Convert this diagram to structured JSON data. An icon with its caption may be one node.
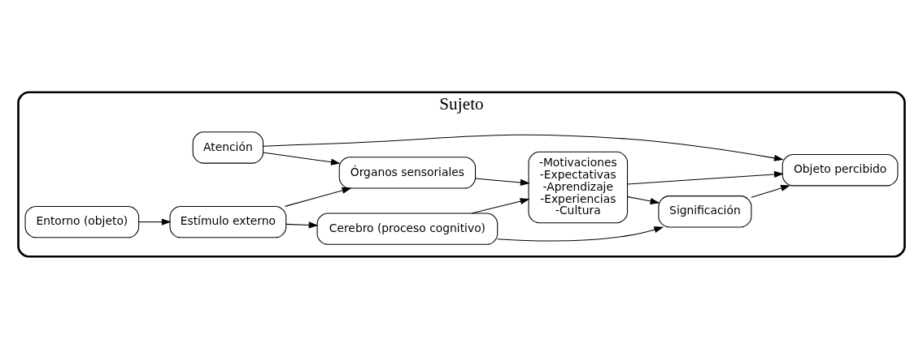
{
  "diagram": {
    "nodes": [
      {
        "text": [
          "Sujeto"
        ]
      },
      {
        "text": [
          "Atención"
        ],
        "in": 0
      },
      {
        "text": [
          "Entorno (objeto)"
        ],
        "in": 0
      },
      {
        "text": [
          "Estímulo externo"
        ],
        "in": 0
      },
      {
        "text": [
          "Órganos sensoriales"
        ],
        "in": 0
      },
      {
        "text": [
          "Cerebro (proceso cognitivo)"
        ],
        "in": 0
      },
      {
        "text": [
          "-Motivaciones",
          "-Expectativas",
          "-Aprendizaje",
          "-Experiencias",
          "-Cultura"
        ],
        "in": 0
      },
      {
        "text": [
          "Significación"
        ],
        "in": 0
      },
      {
        "text": [
          "Objeto percibido"
        ],
        "in": 0
      }
    ],
    "edges": [
      {
        "from": 2,
        "to": 3,
        "arrow": "to"
      },
      {
        "from": 3,
        "to": 4,
        "arrow": "to"
      },
      {
        "from": 3,
        "to": 5,
        "arrow": "to"
      },
      {
        "from": 1,
        "to": 4,
        "arrow": "to"
      },
      {
        "from": 1,
        "to": 8,
        "arrow": "to"
      },
      {
        "from": 6,
        "to": 8,
        "arrow": "to"
      },
      {
        "from": 4,
        "to": 6,
        "arrow": "to"
      },
      {
        "from": 5,
        "to": 6,
        "arrow": "to"
      },
      {
        "from": 6,
        "to": 7,
        "arrow": "to"
      },
      {
        "from": 5,
        "to": 7,
        "arrow": "to"
      },
      {
        "from": 7,
        "to": 8,
        "arrow": "to"
      }
    ]
  }
}
